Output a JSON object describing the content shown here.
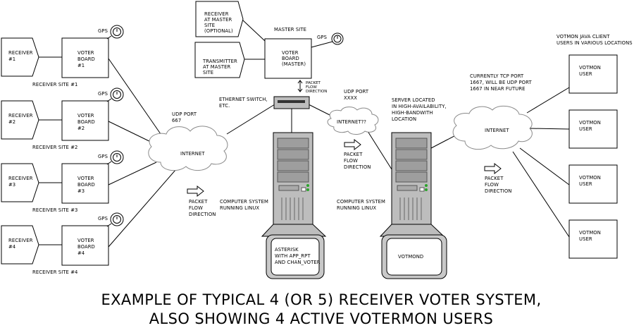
{
  "receiver_sites": [
    {
      "receiver": [
        "RECEIVER",
        "#1"
      ],
      "voter": [
        "VOTER",
        "BOARD",
        "#1"
      ],
      "gps": "GPS",
      "site": "RECEIVER SITE #1"
    },
    {
      "receiver": [
        "RECEIVER",
        "#2"
      ],
      "voter": [
        "VOTER",
        "BOARD",
        "#2"
      ],
      "gps": "GPS",
      "site": "RECEIVER SITE #2"
    },
    {
      "receiver": [
        "RECEIVER",
        "#3"
      ],
      "voter": [
        "VOTER",
        "BOARD",
        "#3"
      ],
      "gps": "GPS",
      "site": "RECEIVER SITE #3"
    },
    {
      "receiver": [
        "RECEIVER",
        "#4"
      ],
      "voter": [
        "VOTER",
        "BOARD",
        "#4"
      ],
      "gps": "GPS",
      "site": "RECEIVER SITE #4"
    }
  ],
  "master_site": {
    "title": "MASTER SITE",
    "receiver": [
      "RECEIVER",
      "AT MASTER",
      "SITE",
      "(OPTIONAL)"
    ],
    "transmitter": [
      "TRANSMITTER",
      "AT MASTER",
      "SITE"
    ],
    "voter": [
      "VOTER",
      "BOARD",
      "(MASTER)"
    ],
    "gps": "GPS",
    "packet_flow": [
      "PACKET",
      "FLOW",
      "DIRECTION"
    ]
  },
  "switch_label": [
    "ETHERNET SWITCH,",
    "ETC."
  ],
  "udp_left": [
    "UDP PORT",
    "667"
  ],
  "udp_mid": [
    "UDP PORT",
    "XXXX"
  ],
  "internet_left": "INTERNET",
  "internet_mid": "INTERNET??",
  "internet_right": "INTERNET",
  "flow_left": [
    "PACKET",
    "FLOW",
    "DIRECTION"
  ],
  "flow_mid": [
    "PACKET",
    "FLOW",
    "DIRECTION"
  ],
  "flow_right": [
    "PACKET",
    "FLOW",
    "DIRECTION"
  ],
  "computer_left": [
    "COMPUTER SYSTEM",
    "RUNNING LINUX"
  ],
  "computer_mid": [
    "COMPUTER SYSTEM",
    "RUNNING LINUX"
  ],
  "asterisk_box": [
    "ASTERISK",
    "WITH APP_RPT",
    "AND CHAN_VOTER"
  ],
  "votmond_box": "VOTMOND",
  "server_label": [
    "SERVER LOCATED",
    "IN HIGH-AVAILABILITY,",
    "HIGH-BANDWITH",
    "LOCATION"
  ],
  "tcp_label": [
    "CURRENTLY TCP PORT",
    "1667, WILL BE UDP PORT",
    "1667 IN NEAR FUTURE"
  ],
  "clients_label": [
    "VOTMON JAVA CLIENT",
    "USERS IN VARIOUS LOCATIONS"
  ],
  "users": [
    [
      "VOTMON",
      "USER"
    ],
    [
      "VOTMON",
      "USER"
    ],
    [
      "VOTMON",
      "USER"
    ],
    [
      "VOTMON",
      "USER"
    ]
  ],
  "caption": [
    "EXAMPLE OF TYPICAL 4 (OR 5) RECEIVER VOTER SYSTEM,",
    "ALSO SHOWING 4 ACTIVE VOTERMON USERS"
  ]
}
